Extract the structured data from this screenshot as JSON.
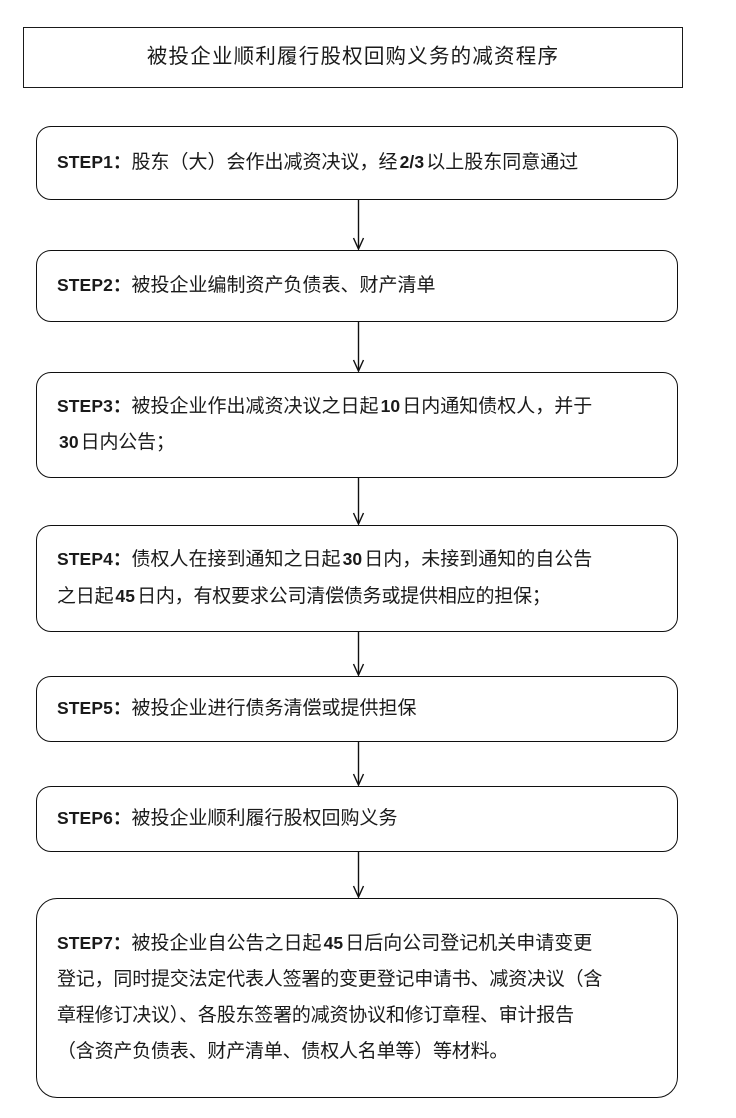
{
  "document": {
    "title": "被投企业顺利履行股权回购义务的减资程序",
    "type": "flowchart",
    "orientation": "vertical-top-to-bottom",
    "colors": {
      "background": "#ffffff",
      "stroke": "#101010",
      "text": "#1a1a1a"
    }
  },
  "steps": [
    {
      "tag": "STEP1：",
      "lines": [
        [
          {
            "t": "text",
            "v": "股东（大）会作出减资决议，经"
          },
          {
            "t": "num",
            "v": "2/3"
          },
          {
            "t": "text",
            "v": "以上股东同意通过"
          }
        ]
      ]
    },
    {
      "tag": "STEP2：",
      "lines": [
        [
          {
            "t": "text",
            "v": "被投企业编制资产负债表、财产清单"
          }
        ]
      ]
    },
    {
      "tag": "STEP3：",
      "lines": [
        [
          {
            "t": "text",
            "v": "被投企业作出减资决议之日起"
          },
          {
            "t": "num",
            "v": "10"
          },
          {
            "t": "text",
            "v": "日内通知债权人，并于"
          }
        ],
        [
          {
            "t": "num",
            "v": "30"
          },
          {
            "t": "text",
            "v": "日内公告；"
          }
        ]
      ]
    },
    {
      "tag": "STEP4：",
      "lines": [
        [
          {
            "t": "text",
            "v": "债权人在接到通知之日起"
          },
          {
            "t": "num",
            "v": "30"
          },
          {
            "t": "text",
            "v": "日内，未接到通知的自公告"
          }
        ],
        [
          {
            "t": "text",
            "v": "之日起"
          },
          {
            "t": "num",
            "v": "45"
          },
          {
            "t": "text",
            "v": "日内，有权要求公司清偿债务或提供相应的担保；"
          }
        ]
      ]
    },
    {
      "tag": "STEP5：",
      "lines": [
        [
          {
            "t": "text",
            "v": "被投企业进行债务清偿或提供担保"
          }
        ]
      ]
    },
    {
      "tag": "STEP6：",
      "lines": [
        [
          {
            "t": "text",
            "v": "被投企业顺利履行股权回购义务"
          }
        ]
      ]
    },
    {
      "tag": "STEP7：",
      "lines": [
        [
          {
            "t": "text",
            "v": "被投企业自公告之日起"
          },
          {
            "t": "num",
            "v": "45"
          },
          {
            "t": "text",
            "v": "日后向公司登记机关申请变更"
          }
        ],
        [
          {
            "t": "text",
            "v": "登记，同时提交法定代表人签署的变更登记申请书、减资决议（含"
          }
        ],
        [
          {
            "t": "text",
            "v": "章程修订决议）、各股东签署的减资协议和修订章程、审计报告"
          }
        ],
        [
          {
            "t": "text",
            "v": "（含资产负债表、财产清单、债权人名单等）等材料。"
          }
        ]
      ]
    }
  ],
  "connectors": [
    {
      "from": "STEP1",
      "to": "STEP2",
      "icon": "down-arrow-icon"
    },
    {
      "from": "STEP2",
      "to": "STEP3",
      "icon": "down-arrow-icon"
    },
    {
      "from": "STEP3",
      "to": "STEP4",
      "icon": "down-arrow-icon"
    },
    {
      "from": "STEP4",
      "to": "STEP5",
      "icon": "down-arrow-icon"
    },
    {
      "from": "STEP5",
      "to": "STEP6",
      "icon": "down-arrow-icon"
    },
    {
      "from": "STEP6",
      "to": "STEP7",
      "icon": "down-arrow-icon"
    }
  ]
}
